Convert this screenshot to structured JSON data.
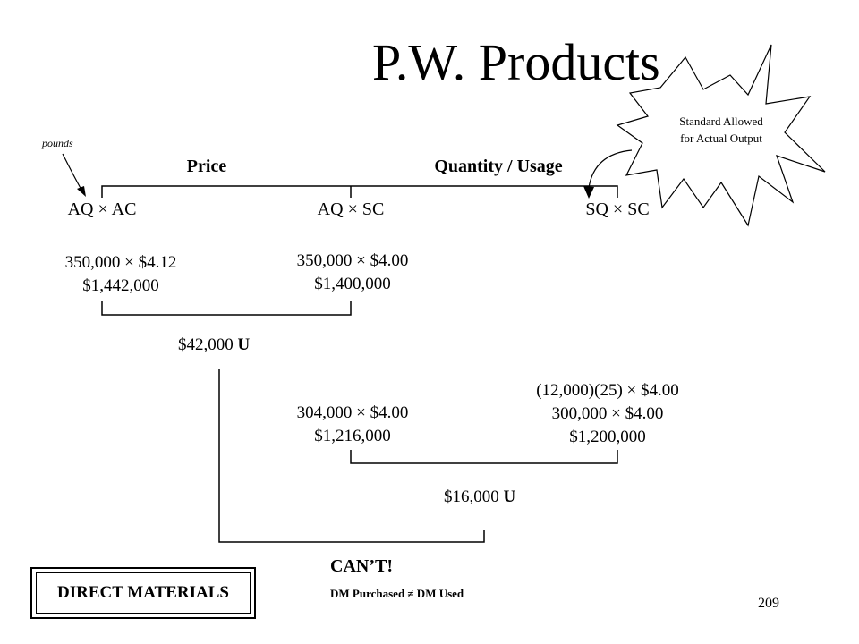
{
  "slide": {
    "title": "P.W. Products",
    "page_number": "209",
    "annotation_left": "pounds",
    "starburst_text": [
      "Standard Allowed",
      "for Actual Output"
    ],
    "headers": {
      "price": "Price",
      "quantity": "Quantity / Usage"
    },
    "formulas": {
      "aq_ac": "AQ × AC",
      "aq_sc": "AQ × SC",
      "sq_sc": "SQ × SC"
    },
    "purchase_calc": {
      "aq_ac_line1": "350,000 × $4.12",
      "aq_ac_line2": "$1,442,000",
      "aq_sc_line1": "350,000 × $4.00",
      "aq_sc_line2": "$1,400,000"
    },
    "usage_calc": {
      "aq_sc_line1": "304,000 × $4.00",
      "aq_sc_line2": "$1,216,000",
      "sq_sc_line1": "(12,000)(25) × $4.00",
      "sq_sc_line2": "300,000 × $4.00",
      "sq_sc_line3": "$1,200,000"
    },
    "variances": {
      "price_amount": "$42,000",
      "price_flag": "U",
      "quantity_amount": "$16,000",
      "quantity_flag": "U"
    },
    "cant": {
      "title": "CAN’T!",
      "subtitle": "DM Purchased ≠ DM Used"
    },
    "box_label": "DIRECT MATERIALS"
  }
}
